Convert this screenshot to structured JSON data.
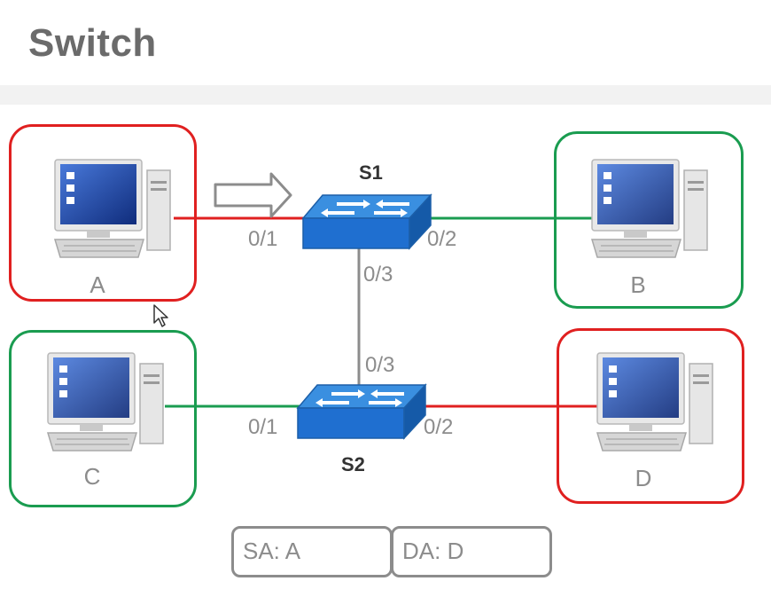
{
  "slide": {
    "title": "Switch"
  },
  "hosts": [
    {
      "id": "A",
      "label": "A",
      "border_color": "#e02020"
    },
    {
      "id": "B",
      "label": "B",
      "border_color": "#1a9c50"
    },
    {
      "id": "C",
      "label": "C",
      "border_color": "#1a9c50"
    },
    {
      "id": "D",
      "label": "D",
      "border_color": "#e02020"
    }
  ],
  "switches": [
    {
      "id": "S1",
      "label": "S1"
    },
    {
      "id": "S2",
      "label": "S2"
    }
  ],
  "ports": {
    "s1_p1": "0/1",
    "s1_p2": "0/2",
    "s1_p3": "0/3",
    "s2_p3": "0/3",
    "s2_p1": "0/1",
    "s2_p2": "0/2"
  },
  "links": [
    {
      "from": "A",
      "to": "S1",
      "color": "#e02020"
    },
    {
      "from": "S1",
      "to": "B",
      "color": "#1a9c50"
    },
    {
      "from": "S1",
      "to": "S2",
      "color": "#8c8c8c"
    },
    {
      "from": "C",
      "to": "S2",
      "color": "#1a9c50"
    },
    {
      "from": "S2",
      "to": "D",
      "color": "#e02020"
    }
  ],
  "frame": {
    "source": "SA: A",
    "destination": "DA: D"
  },
  "icons": {
    "direction": "right-arrow-icon",
    "pointer": "mouse-cursor-icon",
    "computer": "desktop-computer-icon",
    "switch": "network-switch-icon"
  }
}
